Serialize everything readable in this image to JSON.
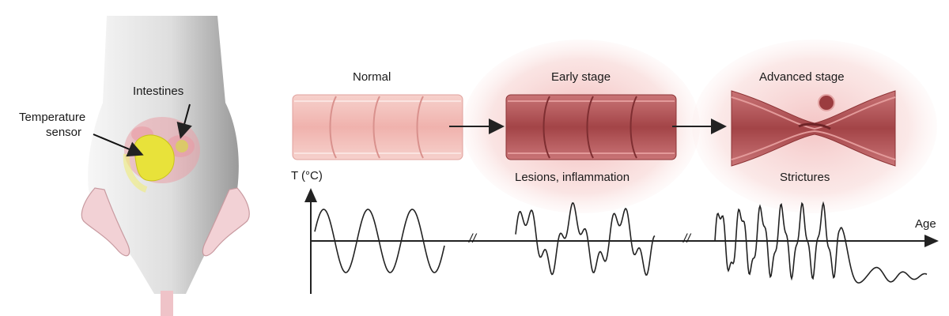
{
  "mouse_panel": {
    "labels": {
      "intestines": "Intestines",
      "temperature_sensor_line1": "Temperature",
      "temperature_sensor_line2": "sensor"
    },
    "colors": {
      "body": "#e3e3e3",
      "sensor": "#e8e23a",
      "intestine": "#e9a0a8"
    }
  },
  "stages": [
    {
      "title": "Normal",
      "caption": ""
    },
    {
      "title": "Early stage",
      "caption": "Lesions, inflammation"
    },
    {
      "title": "Advanced stage",
      "caption": "Strictures"
    }
  ],
  "graph": {
    "y_label": "T (°C)",
    "x_label": "Age",
    "break_mark": "//"
  },
  "colors": {
    "normal_tissue": "#f2b9b6",
    "inflamed_tissue": "#b65a5c",
    "glow": "#e77d7d",
    "ink": "#222222"
  }
}
